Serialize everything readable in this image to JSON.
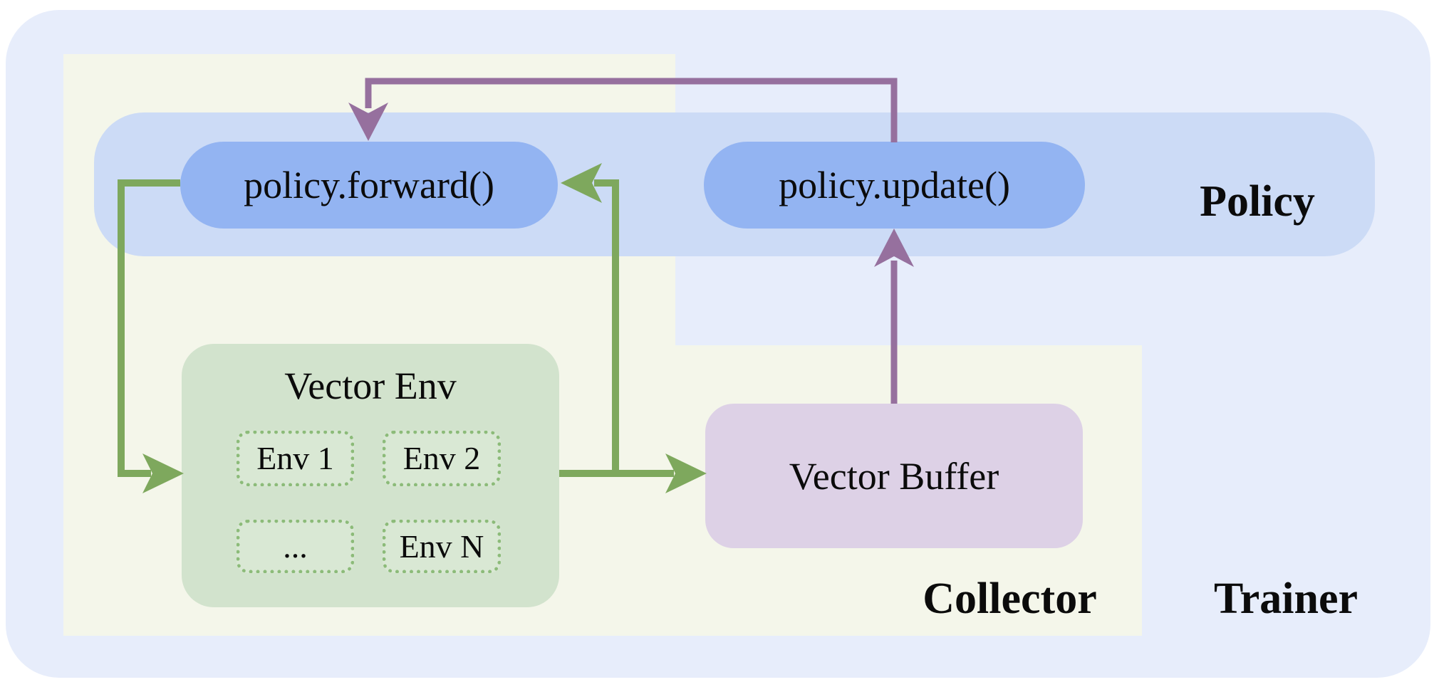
{
  "regions": {
    "trainer_label": "Trainer",
    "collector_label": "Collector",
    "policy_label": "Policy"
  },
  "nodes": {
    "policy_forward_label": "policy.forward()",
    "policy_update_label": "policy.update()",
    "vector_env_title": "Vector Env",
    "vector_buffer_label": "Vector Buffer",
    "envs": [
      "Env 1",
      "Env 2",
      "...",
      "Env N"
    ]
  },
  "colors": {
    "page-bg": "#ffffff",
    "trainer-bg": "#e7edfb",
    "collector-bg": "#f4f6ea",
    "policy-band-bg": "#ccdbf6",
    "pill-bg": "#93b4f2",
    "env-box-bg": "#d2e3cd",
    "env-cell-bg": "#d9e8d4",
    "env-cell-border": "#8cbb79",
    "buffer-bg": "#ddd1e6",
    "arrow-green": "#7ea85d",
    "arrow-purple": "#96709e",
    "text": "#0b0b0b"
  }
}
